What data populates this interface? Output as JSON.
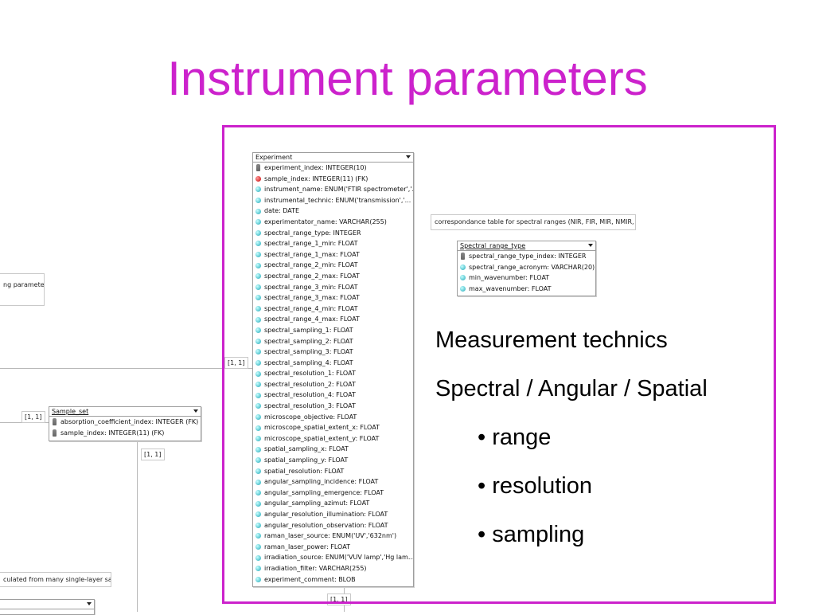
{
  "slide": {
    "title": "Instrument parameters"
  },
  "notes": {
    "left_top": "ng parameters.",
    "left_bottom": "culated from many single-layer sample",
    "spectral_ranges": "correspondance table for spectral ranges (NIR, FIR, MIR, NMIR, ...)"
  },
  "multiplicities": {
    "m1": "[1, 1]",
    "m2": "[1, 1]",
    "m3": "[1, 1]",
    "m4": "[1, 1]"
  },
  "sample_set": {
    "title": "Sample_set",
    "fields": [
      {
        "icon": "key",
        "text": "absorption_coefficient_index: INTEGER (FK)"
      },
      {
        "icon": "key",
        "text": "sample_index: INTEGER(11) (FK)"
      }
    ]
  },
  "experiment": {
    "title": "Experiment",
    "fields": [
      {
        "icon": "key",
        "text": "experiment_index: INTEGER(10)"
      },
      {
        "icon": "fk",
        "text": "sample_index: INTEGER(11) (FK)"
      },
      {
        "icon": "col",
        "text": "instrument_name: ENUM('FTIR spectrometer','..."
      },
      {
        "icon": "col",
        "text": "instrumental_technic: ENUM('transmission','..."
      },
      {
        "icon": "col",
        "text": "date: DATE"
      },
      {
        "icon": "col",
        "text": "experimentator_name: VARCHAR(255)"
      },
      {
        "icon": "col",
        "text": "spectral_range_type: INTEGER"
      },
      {
        "icon": "col",
        "text": "spectral_range_1_min: FLOAT"
      },
      {
        "icon": "col",
        "text": "spectral_range_1_max: FLOAT"
      },
      {
        "icon": "col",
        "text": "spectral_range_2_min: FLOAT"
      },
      {
        "icon": "col",
        "text": "spectral_range_2_max: FLOAT"
      },
      {
        "icon": "col",
        "text": "spectral_range_3_min: FLOAT"
      },
      {
        "icon": "col",
        "text": "spectral_range_3_max: FLOAT"
      },
      {
        "icon": "col",
        "text": "spectral_range_4_min: FLOAT"
      },
      {
        "icon": "col",
        "text": "spectral_range_4_max: FLOAT"
      },
      {
        "icon": "col",
        "text": "spectral_sampling_1: FLOAT"
      },
      {
        "icon": "col",
        "text": "spectral_sampling_2: FLOAT"
      },
      {
        "icon": "col",
        "text": "spectral_sampling_3: FLOAT"
      },
      {
        "icon": "col",
        "text": "spectral_sampling_4: FLOAT"
      },
      {
        "icon": "col",
        "text": "spectral_resolution_1: FLOAT"
      },
      {
        "icon": "col",
        "text": "spectral_resolution_2: FLOAT"
      },
      {
        "icon": "col",
        "text": "spectral_resolution_4: FLOAT"
      },
      {
        "icon": "col",
        "text": "spectral_resolution_3: FLOAT"
      },
      {
        "icon": "col",
        "text": "microscope_objective: FLOAT"
      },
      {
        "icon": "col",
        "text": "microscope_spatial_extent_x: FLOAT"
      },
      {
        "icon": "col",
        "text": "microscope_spatial_extent_y: FLOAT"
      },
      {
        "icon": "col",
        "text": "spatial_sampling_x: FLOAT"
      },
      {
        "icon": "col",
        "text": "spatial_sampling_y: FLOAT"
      },
      {
        "icon": "col",
        "text": "spatial_resolution: FLOAT"
      },
      {
        "icon": "col",
        "text": "angular_sampling_incidence: FLOAT"
      },
      {
        "icon": "col",
        "text": "angular_sampling_emergence: FLOAT"
      },
      {
        "icon": "col",
        "text": "angular_sampling_azimut: FLOAT"
      },
      {
        "icon": "col",
        "text": "angular_resolution_illumination: FLOAT"
      },
      {
        "icon": "col",
        "text": "angular_resolution_observation: FLOAT"
      },
      {
        "icon": "col",
        "text": "raman_laser_source: ENUM('UV','632nm')"
      },
      {
        "icon": "col",
        "text": "raman_laser_power: FLOAT"
      },
      {
        "icon": "col",
        "text": "irradiation_source: ENUM('VUV lamp','Hg lam..."
      },
      {
        "icon": "col",
        "text": "irradiation_filter: VARCHAR(255)"
      },
      {
        "icon": "col",
        "text": "experiment_comment: BLOB"
      }
    ]
  },
  "spectral_range_type": {
    "title": "Spectral_range_type",
    "fields": [
      {
        "icon": "key",
        "text": "spectral_range_type_index: INTEGER"
      },
      {
        "icon": "col",
        "text": "spectral_range_acronym: VARCHAR(20)"
      },
      {
        "icon": "col",
        "text": "min_wavenumber: FLOAT"
      },
      {
        "icon": "col",
        "text": "max_wavenumber: FLOAT"
      }
    ]
  },
  "bullets": {
    "heading": "Measurement technics",
    "subheading": "Spectral / Angular / Spatial",
    "items": [
      "• range",
      "• resolution",
      "• sampling"
    ]
  }
}
